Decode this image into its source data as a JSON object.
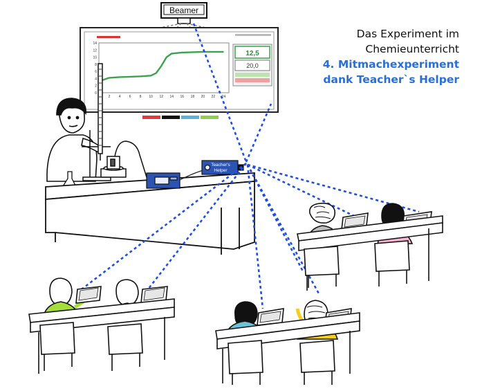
{
  "beamer_label": "Beamer",
  "caption": {
    "line1": "Das Experiment im",
    "line2": "Chemieunterricht",
    "line3": "4. Mitmachexperiment",
    "line4": "dank Teacher`s Helper"
  },
  "device": {
    "label_line1": "Teacher's",
    "label_line2": "Helper"
  },
  "screen_readout": {
    "value1": "12,5",
    "value2": "20,0"
  },
  "chart_data": {
    "type": "line",
    "x_ticks": [
      "2",
      "4",
      "6",
      "8",
      "10",
      "12",
      "14",
      "16",
      "18",
      "20",
      "22",
      "24"
    ],
    "y_ticks": [
      "0",
      "2",
      "4",
      "6",
      "8",
      "10",
      "12",
      "14"
    ],
    "xlim": [
      0,
      25
    ],
    "ylim": [
      0,
      14
    ],
    "series": [
      {
        "x": [
          0,
          2,
          4,
          6,
          8,
          10,
          11,
          12,
          13,
          14,
          16,
          20,
          24
        ],
        "y": [
          3.2,
          4.2,
          4.4,
          4.5,
          4.6,
          4.8,
          5.5,
          7.5,
          10.0,
          11.0,
          11.3,
          11.5,
          11.5
        ]
      }
    ]
  },
  "colors": {
    "curve": "#3aa34b",
    "dotted_lines": "#1f4fe0",
    "caption_accent": "#2a6fd6",
    "device": "#2b53b3"
  }
}
